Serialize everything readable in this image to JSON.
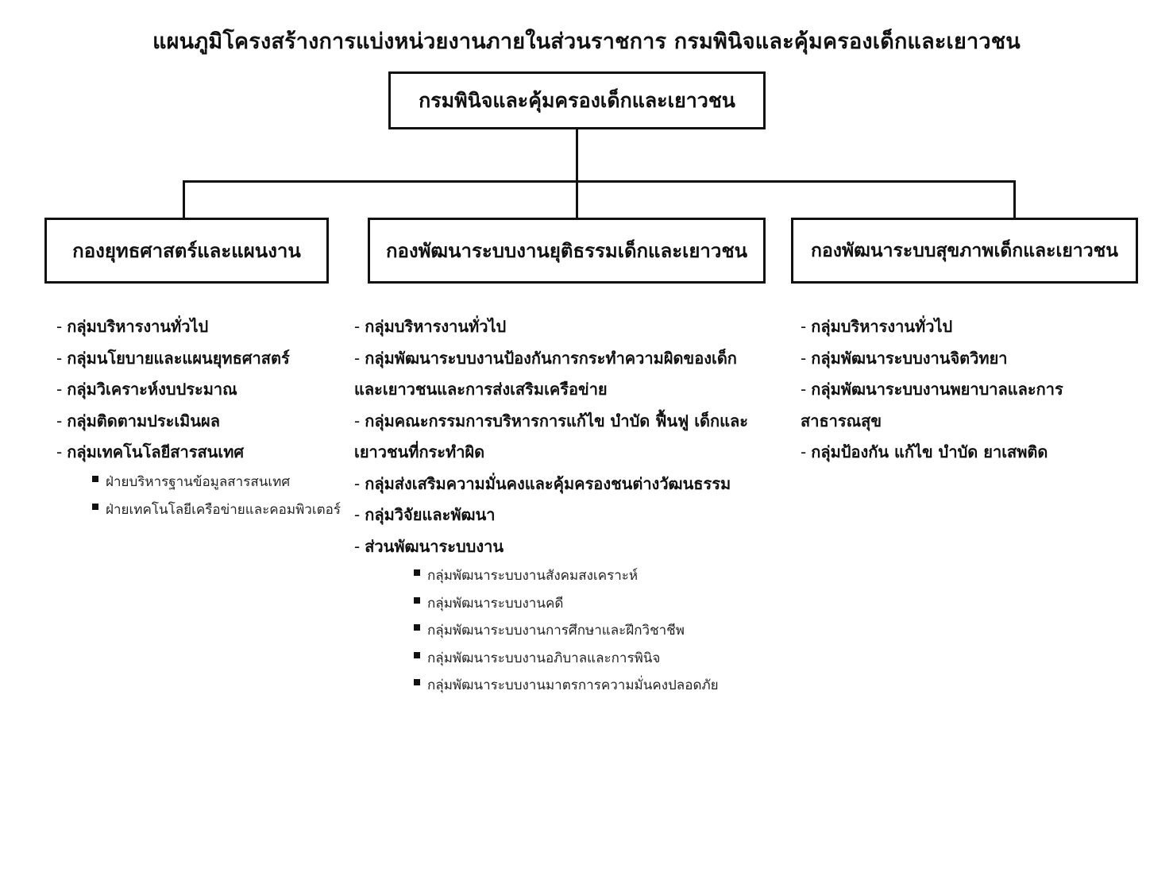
{
  "title": "แผนภูมิโครงสร้างการแบ่งหน่วยงานภายในส่วนราชการ กรมพินิจและคุ้มครองเด็กและเยาวชน",
  "top_box": "กรมพินิจและคุ้มครองเด็กและเยาวชน",
  "divisions": [
    {
      "name": "กองยุทธศาสตร์และแผนงาน",
      "groups": [
        "กลุ่มบริหารงานทั่วไป",
        "กลุ่มนโยบายและแผนยุทธศาสตร์",
        "กลุ่มวิเคราะห์งบประมาณ",
        "กลุ่มติดตามประเมินผล",
        "กลุ่มเทคโนโลยีสารสนเทศ"
      ],
      "subgroups": [
        "ฝ่ายบริหารฐานข้อมูลสารสนเทศ",
        "ฝ่ายเทคโนโลยีเครือข่ายและคอมพิวเตอร์"
      ]
    },
    {
      "name": "กองพัฒนาระบบงานยุติธรรมเด็กและเยาวชน",
      "groups": [
        "กลุ่มบริหารงานทั่วไป",
        "กลุ่มพัฒนาระบบงานป้องกันการกระทำความผิดของเด็ก",
        "และเยาวชนและการส่งเสริมเครือข่าย",
        "กลุ่มคณะกรรมการบริหารการแก้ไข บำบัด ฟื้นฟู เด็กและ",
        "เยาวชนที่กระทำผิด",
        "กลุ่มส่งเสริมความมั่นคงและคุ้มครองชนต่างวัฒนธรรม",
        "กลุ่มวิจัยและพัฒนา",
        "ส่วนพัฒนาระบบงาน"
      ],
      "subgroups": [
        "กลุ่มพัฒนาระบบงานสังคมสงเคราะห์",
        "กลุ่มพัฒนาระบบงานคดี",
        "กลุ่มพัฒนาระบบงานการศึกษาและฝึกวิชาชีพ",
        "กลุ่มพัฒนาระบบงานอภิบาลและการพินิจ",
        "กลุ่มพัฒนาระบบงานมาตรการความมั่นคงปลอดภัย"
      ]
    },
    {
      "name": "กองพัฒนาระบบสุขภาพเด็กและเยาวชน",
      "groups": [
        "กลุ่มบริหารงานทั่วไป",
        "กลุ่มพัฒนาระบบงานจิตวิทยา",
        "กลุ่มพัฒนาระบบงานพยาบาลและการ",
        "สาธารณสุข",
        "กลุ่มป้องกัน แก้ไข บำบัด ยาเสพติด"
      ]
    }
  ]
}
